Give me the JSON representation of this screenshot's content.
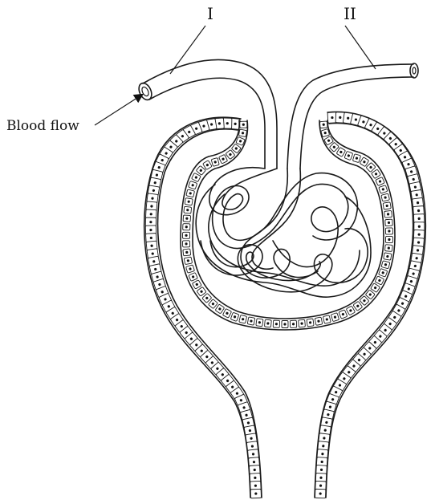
{
  "labels": {
    "vessel_one": "I",
    "vessel_two": "II",
    "blood_flow": "Blood flow"
  }
}
